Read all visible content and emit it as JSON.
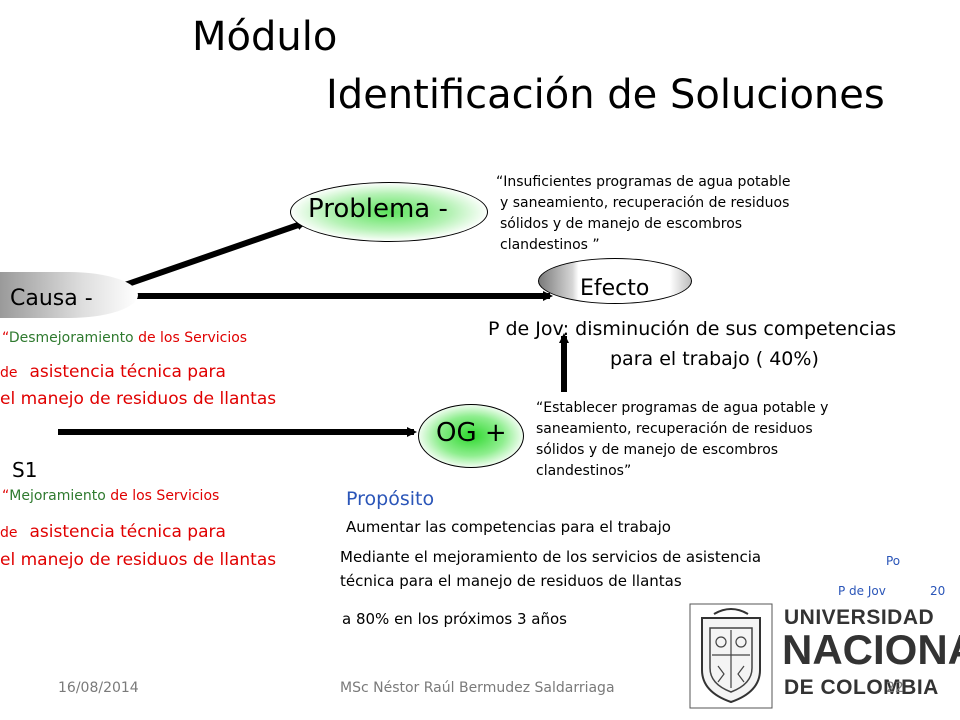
{
  "title": {
    "line1": "Módulo",
    "line2": "Identificación de Soluciones"
  },
  "problema": {
    "label": "Problema  -",
    "quote": [
      "“Insuficientes programas de agua potable",
      "y saneamiento, recuperación de residuos",
      "sólidos y de manejo de escombros",
      "clandestinos ”"
    ]
  },
  "efecto": {
    "label": "Efecto",
    "text_line1": "P de Jov: disminución de sus competencias",
    "text_line2": "para el trabajo ( 40%)"
  },
  "causa": {
    "label": "Causa -",
    "quote_open": "“",
    "quote_green": "Desmejoramiento",
    "quote_rest": " de los Servicios",
    "line2_a": "de",
    "line2_b": "asistencia técnica para",
    "line3": "el manejo de residuos de llantas"
  },
  "og": {
    "label": "OG +",
    "quote": [
      "“Establecer programas de agua potable y",
      "saneamiento, recuperación de residuos",
      "sólidos y de manejo de escombros",
      "clandestinos”"
    ]
  },
  "s1": {
    "label": "S1",
    "quote_open": "“",
    "quote_green": "Mejoramiento",
    "quote_rest": " de los Servicios",
    "line2_a": "de",
    "line2_b": "asistencia técnica para",
    "line3": "el manejo de residuos de llantas"
  },
  "proposito": {
    "label": "Propósito",
    "line1": "Aumentar las competencias para el trabajo",
    "line2": "Mediante el mejoramiento de los servicios de asistencia",
    "line3": "técnica para el manejo de residuos de llantas",
    "line4": "a 80% en los próximos 3 años"
  },
  "side": {
    "po": "Po",
    "pjov": "P de Jov",
    "num": "20"
  },
  "footer": {
    "date": "16/08/2014",
    "author": "MSc Néstor Raúl Bermudez Saldarriaga",
    "page": "22"
  },
  "logo": {
    "line1": "UNIVERSIDAD",
    "line2": "NACIONAL",
    "line3": "DE COLOMBIA"
  }
}
